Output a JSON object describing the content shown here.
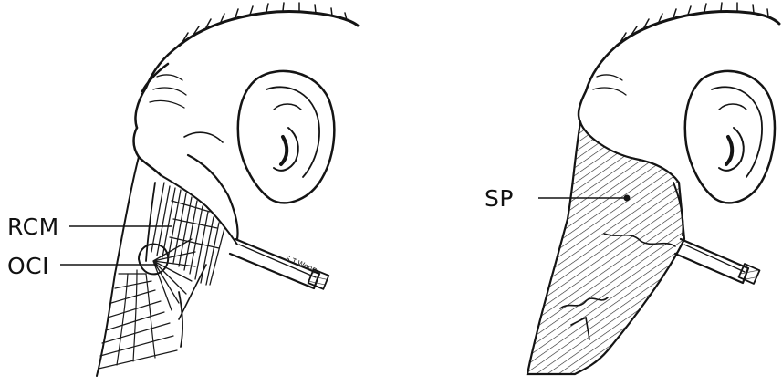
{
  "figure": {
    "left": {
      "labels": {
        "rcm": "RCM",
        "oci": "OCI"
      },
      "signature": "S.T.Wong"
    },
    "right": {
      "labels": {
        "sp": "SP"
      }
    },
    "line_color": "#141414"
  }
}
